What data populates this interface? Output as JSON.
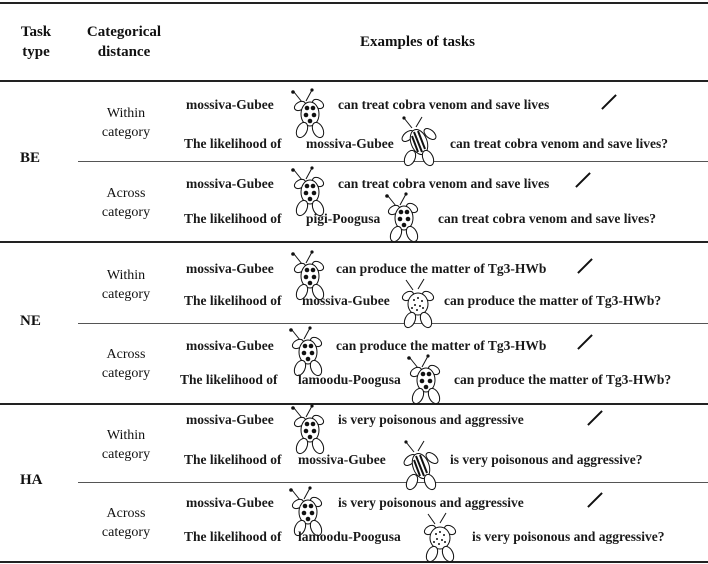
{
  "header": {
    "task_type_line1": "Task",
    "task_type_line2": "type",
    "cat_line1": "Categorical",
    "cat_line2": "distance",
    "examples": "Examples of tasks"
  },
  "groups": [
    {
      "type": "BE",
      "rows": [
        {
          "dist_line1": "Within",
          "dist_line2": "category",
          "line1_name": "mossiva-Gubee",
          "line1_text": "can treat cobra venom and save lives",
          "line2_prefix": "The likelihood of",
          "line2_name": "mossiva-Gubee",
          "line2_text": "can treat cobra venom and save lives?"
        },
        {
          "dist_line1": "Across",
          "dist_line2": "category",
          "line1_name": "mossiva-Gubee",
          "line1_text": "can treat cobra venom and save lives",
          "line2_prefix": "The likelihood of",
          "line2_name": "pigi-Poogusa",
          "line2_text": "can treat cobra venom and save lives?"
        }
      ]
    },
    {
      "type": "NE",
      "rows": [
        {
          "dist_line1": "Within",
          "dist_line2": "category",
          "line1_name": "mossiva-Gubee",
          "line1_text": "can produce the matter of Tg3-HWb",
          "line2_prefix": "The likelihood of",
          "line2_name": "mossiva-Gubee",
          "line2_text": "can produce the matter of Tg3-HWb?"
        },
        {
          "dist_line1": "Across",
          "dist_line2": "category",
          "line1_name": "mossiva-Gubee",
          "line1_text": "can produce the matter of Tg3-HWb",
          "line2_prefix": "The likelihood of",
          "line2_name": "lamoodu-Poogusa",
          "line2_text": "can produce the matter of Tg3-HWb?"
        }
      ]
    },
    {
      "type": "HA",
      "rows": [
        {
          "dist_line1": "Within",
          "dist_line2": "category",
          "line1_name": "mossiva-Gubee",
          "line1_text": "is very poisonous and aggressive",
          "line2_prefix": "The likelihood of",
          "line2_name": "mossiva-Gubee",
          "line2_text": "is very poisonous and aggressive?"
        },
        {
          "dist_line1": "Across",
          "dist_line2": "category",
          "line1_name": "mossiva-Gubee",
          "line1_text": "is very poisonous and aggressive",
          "line2_prefix": "The likelihood of",
          "line2_name": "lamoodu-Poogusa",
          "line2_text": "is very poisonous and aggressive?"
        }
      ]
    }
  ]
}
